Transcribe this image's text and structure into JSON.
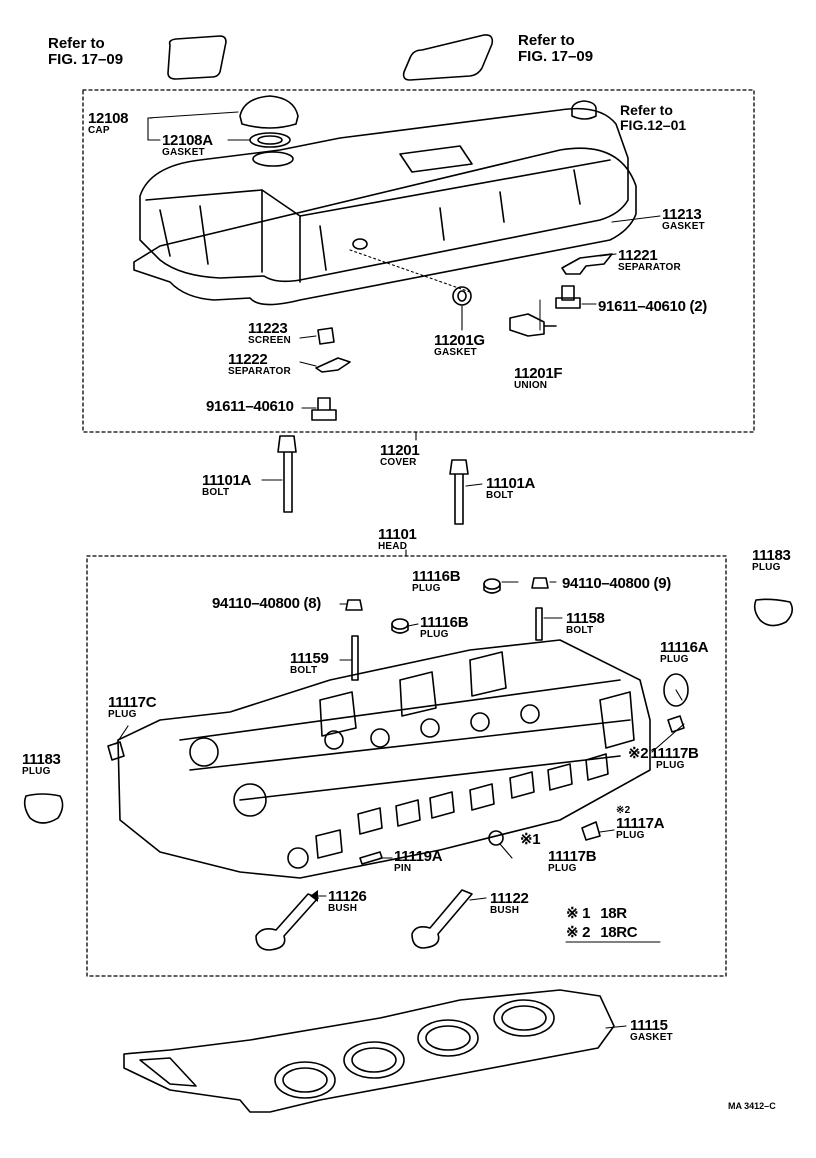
{
  "refs": {
    "top_left": [
      "Refer to",
      "FIG. 17–09"
    ],
    "top_right": [
      "Refer to",
      "FIG. 17–09"
    ],
    "cover_right": [
      "Refer  to",
      "FIG.12–01"
    ]
  },
  "parts": {
    "p12108": {
      "num": "12108",
      "name": "CAP"
    },
    "p12108A": {
      "num": "12108A",
      "name": "GASKET"
    },
    "p11213": {
      "num": "11213",
      "name": "GASKET"
    },
    "p11221": {
      "num": "11221",
      "name": "SEPARATOR"
    },
    "p91611a": {
      "num": "91611–40610 (2)"
    },
    "p11223": {
      "num": "11223",
      "name": "SCREEN"
    },
    "p11201G": {
      "num": "11201G",
      "name": "GASKET"
    },
    "p11222": {
      "num": "11222",
      "name": "SEPARATOR"
    },
    "p11201F": {
      "num": "11201F",
      "name": "UNION"
    },
    "p91611b": {
      "num": "91611–40610"
    },
    "p11201": {
      "num": "11201",
      "name": "COVER"
    },
    "p11101A_l": {
      "num": "11101A",
      "name": "BOLT"
    },
    "p11101A_r": {
      "num": "11101A",
      "name": "BOLT"
    },
    "p11101": {
      "num": "11101",
      "name": "HEAD"
    },
    "p11183_r": {
      "num": "11183",
      "name": "PLUG"
    },
    "p11116B_a": {
      "num": "11116B",
      "name": "PLUG"
    },
    "p94110_9": {
      "num": "94110–40800 (9)"
    },
    "p94110_8": {
      "num": "94110–40800 (8)"
    },
    "p11116B_b": {
      "num": "11116B",
      "name": "PLUG"
    },
    "p11158": {
      "num": "11158",
      "name": "BOLT"
    },
    "p11116A": {
      "num": "11116A",
      "name": "PLUG"
    },
    "p11159": {
      "num": "11159",
      "name": "BOLT"
    },
    "p11117C": {
      "num": "11117C",
      "name": "PLUG"
    },
    "p11117B_r": {
      "num": "11117B",
      "name": "PLUG",
      "mark": "※2"
    },
    "p11183_l": {
      "num": "11183",
      "name": "PLUG"
    },
    "p11117A": {
      "num": "11117A",
      "name": "PLUG",
      "mark": "※2"
    },
    "p11117B_b": {
      "num": "11117B",
      "name": "PLUG",
      "mark": "※1"
    },
    "p11119A": {
      "num": "11119A",
      "name": "PIN"
    },
    "p11126": {
      "num": "11126",
      "name": "BUSH"
    },
    "p11122": {
      "num": "11122",
      "name": "BUSH"
    },
    "p11115": {
      "num": "11115",
      "name": "GASKET"
    }
  },
  "legend": [
    {
      "mark": "※ 1",
      "text": "18R"
    },
    {
      "mark": "※ 2",
      "text": "18RC"
    }
  ],
  "code": "MA 3412–C"
}
